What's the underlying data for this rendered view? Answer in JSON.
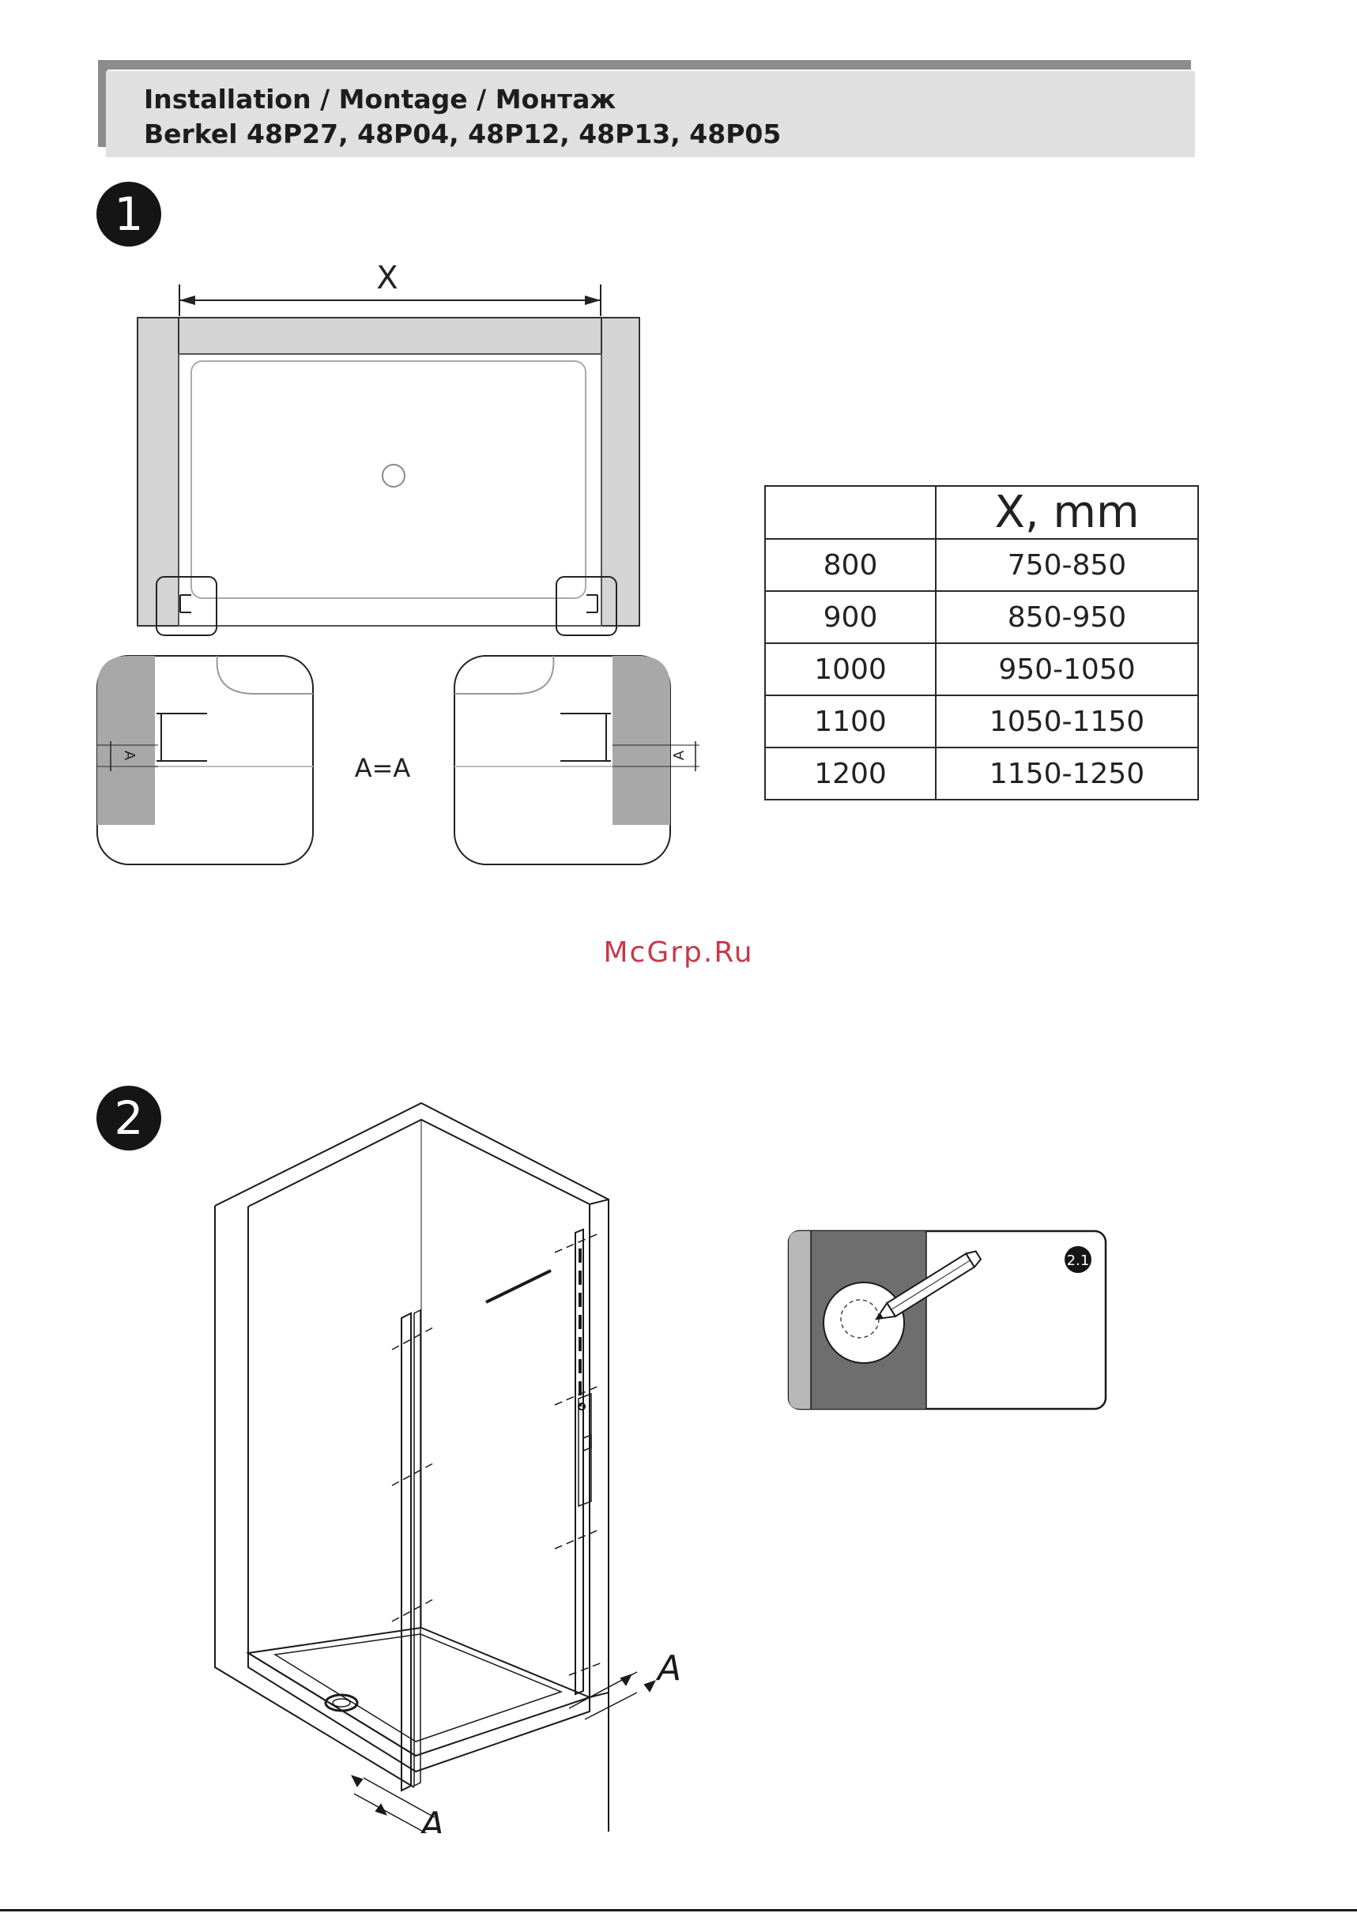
{
  "header": {
    "line1": "Installation / Montage / Монтаж",
    "line2": "Berkel 48P27, 48P04, 48P12, 48P13, 48P05"
  },
  "steps": {
    "step1": "1",
    "step2": "2",
    "step2_detail": "2.1"
  },
  "diagram1": {
    "dimension_label": "X",
    "detail_label": "A",
    "equation": "A=A"
  },
  "table": {
    "header_col2": "X, mm",
    "rows": [
      {
        "size": "800",
        "range": "750-850"
      },
      {
        "size": "900",
        "range": "850-950"
      },
      {
        "size": "1000",
        "range": "950-1050"
      },
      {
        "size": "1100",
        "range": "1050-1150"
      },
      {
        "size": "1200",
        "range": "1150-1250"
      }
    ]
  },
  "diagram2": {
    "dimension_label": "A"
  },
  "watermark": "McGrp.Ru"
}
